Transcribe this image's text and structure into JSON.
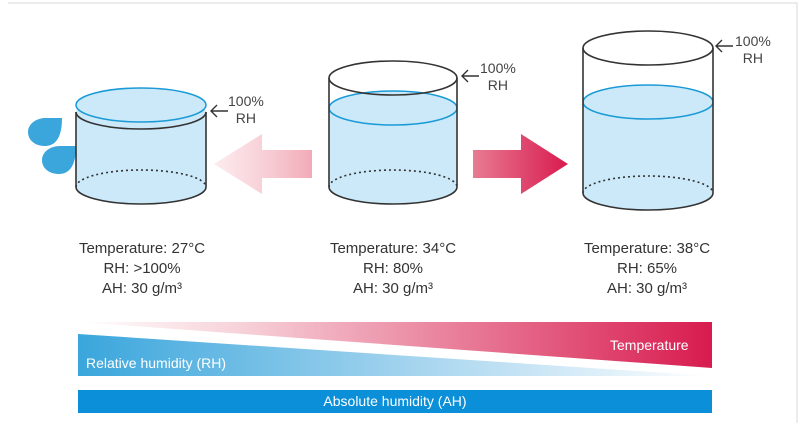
{
  "colors": {
    "water": "#cce9f9",
    "water_line": "#1a9ad6",
    "outline": "#333333",
    "drop": "#3aa6dc",
    "warm": "#d81b4f",
    "rh_bar": "#3aa6dc",
    "ah_bar": "#0a8fd8"
  },
  "labels": {
    "rh_level": "100%",
    "rh_unit": "RH"
  },
  "states": [
    {
      "temperature": "Temperature: 27°C",
      "rh": "RH: >100%",
      "ah": "AH: 30 g/m³"
    },
    {
      "temperature": "Temperature: 34°C",
      "rh": "RH: 80%",
      "ah": "AH: 30 g/m³"
    },
    {
      "temperature": "Temperature: 38°C",
      "rh": "RH: 65%",
      "ah": "AH: 30 g/m³"
    }
  ],
  "bars": {
    "temperature": "Temperature",
    "relative_humidity": "Relative humidity (RH)",
    "absolute_humidity": "Absolute humidity (AH)"
  }
}
